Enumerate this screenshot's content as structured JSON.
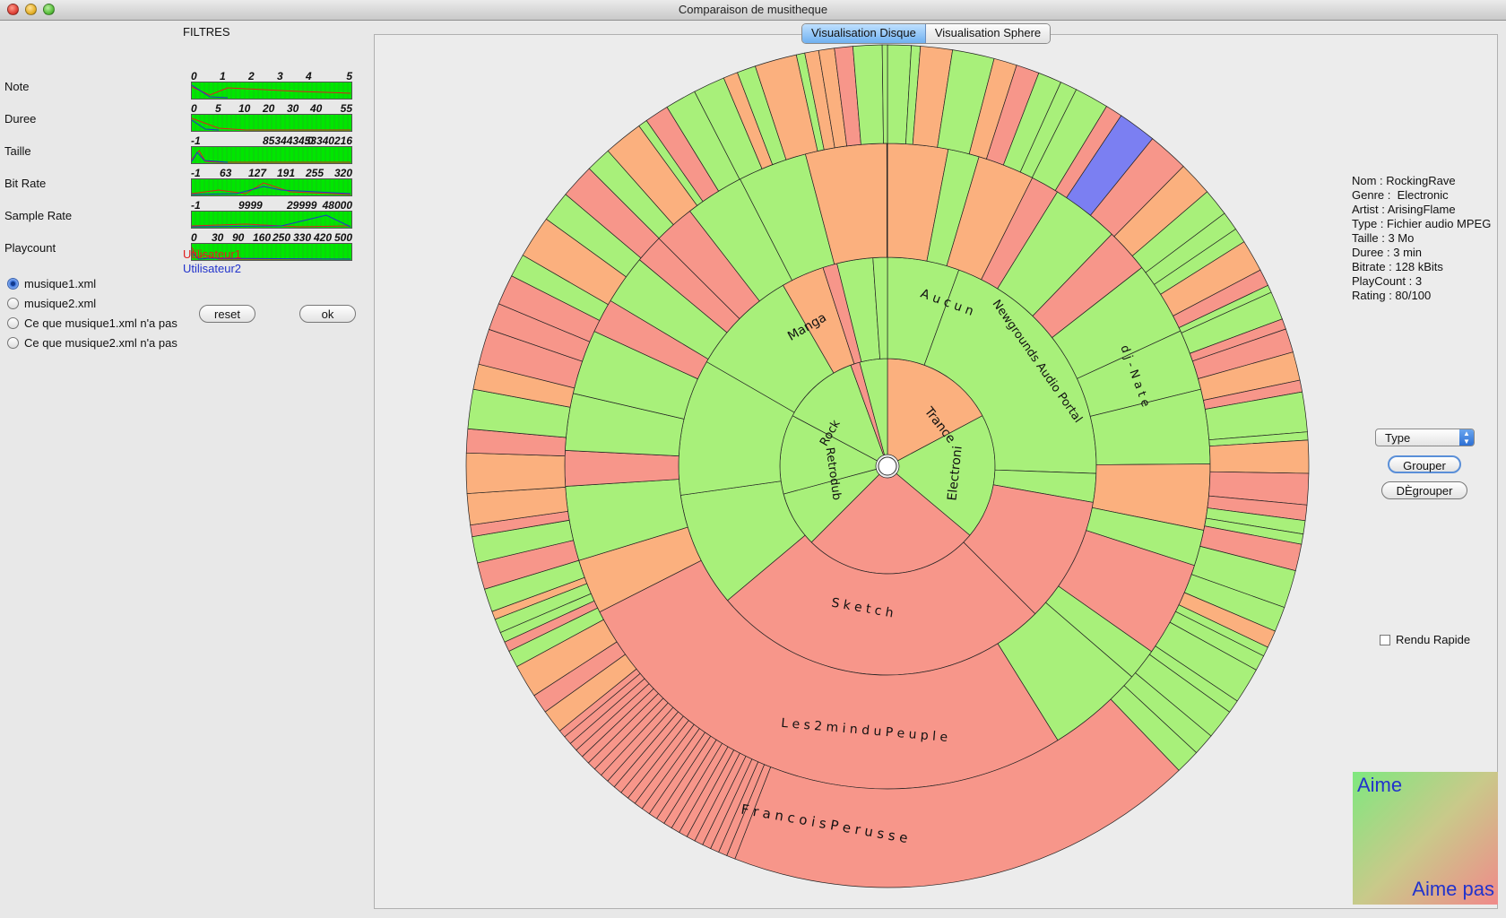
{
  "window": {
    "title": "Comparaison de musitheque"
  },
  "filters": {
    "title": "FILTRES",
    "rows": [
      {
        "label": "Note",
        "ticks": [
          "0",
          "1",
          "2",
          "3",
          "4",
          "5"
        ]
      },
      {
        "label": "Duree",
        "ticks": [
          "0",
          "5",
          "10",
          "20",
          "30",
          "40",
          "55"
        ]
      },
      {
        "label": "Taille",
        "ticks": [
          "-1",
          "8534434.0",
          "53340216"
        ]
      },
      {
        "label": "Bit Rate",
        "ticks": [
          "-1",
          "63",
          "127",
          "191",
          "255",
          "320"
        ]
      },
      {
        "label": "Sample Rate",
        "ticks": [
          "-1",
          "9999",
          "29999",
          "48000"
        ]
      },
      {
        "label": "Playcount",
        "ticks": [
          "0",
          "30",
          "90",
          "160",
          "250",
          "330",
          "420",
          "500"
        ]
      }
    ],
    "user1": "Utilisateur1",
    "user2": "Utilisateur2",
    "user1_color": "#e02020",
    "user2_color": "#2233cc",
    "bar_color": "#00e600"
  },
  "sources": {
    "options": [
      "musique1.xml",
      "musique2.xml",
      "Ce que musique1.xml n'a pas",
      "Ce que musique2.xml n'a pas"
    ],
    "selected": "musique1.xml"
  },
  "buttons": {
    "reset": "reset",
    "ok": "ok",
    "group": "Grouper",
    "ungroup": "DÈgrouper"
  },
  "tabs": [
    {
      "label": "Visualisation Disque",
      "active": true
    },
    {
      "label": "Visualisation Sphere",
      "active": false
    }
  ],
  "info": {
    "nom": "Nom : RockingRave",
    "genre": "Genre :  Electronic",
    "artist": "Artist : ArisingFlame",
    "type": "Type : Fichier audio MPEG",
    "taille": "Taille : 3 Mo",
    "duree": "Duree : 3 min",
    "bitrate": "Bitrate : 128 kBits",
    "playcount": "PlayCount : 3",
    "rating": "Rating : 80/100"
  },
  "group_select": {
    "value": "Type"
  },
  "fast_render": {
    "label": "Rendu Rapide",
    "checked": false
  },
  "legend": {
    "likes": "Aime",
    "dislikes": "Aime pas"
  },
  "disc": {
    "colors": {
      "like": "#a8f07a",
      "mid": "#fbb07e",
      "dislike": "#f7968a",
      "selected": "#7b7ff2"
    },
    "labels": {
      "genres": [
        "Trance",
        "Electroni",
        "Rock",
        "Retrodub"
      ],
      "artists": [
        "Manga",
        "A u c u n",
        "Newgrounds Audio Portal",
        "S k e t c h"
      ],
      "albums": [
        "d j - N a t e",
        "L e s  2  m i n  d u  P e u p l e"
      ],
      "tracks": [
        "F r a n c o i s   P e r u s s e"
      ]
    }
  }
}
